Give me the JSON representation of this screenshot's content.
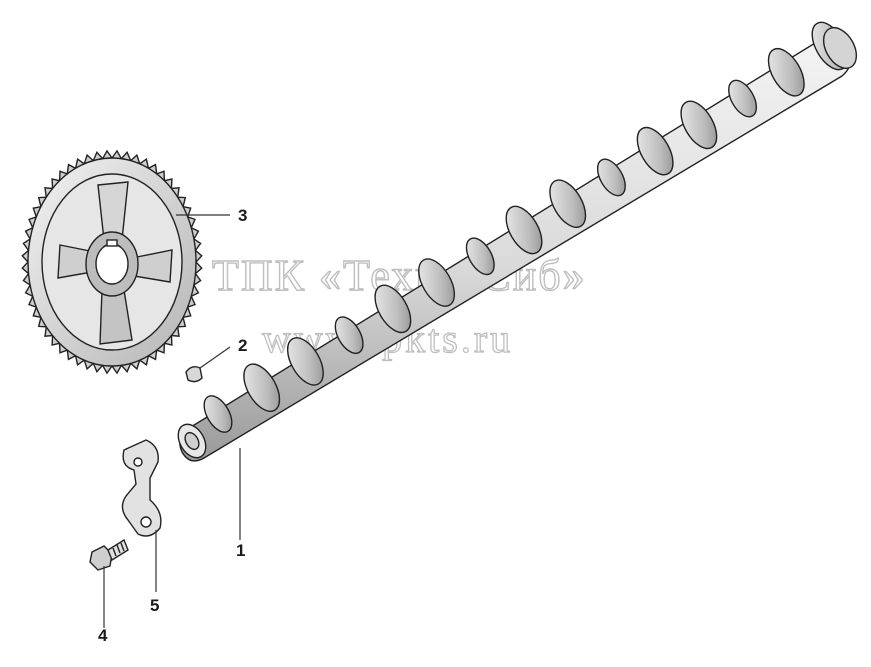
{
  "watermark": {
    "company": "ТПК «Техно-Сиб»",
    "url": "www.tpkts.ru"
  },
  "callouts": [
    {
      "id": "camshaft",
      "label": "1"
    },
    {
      "id": "key",
      "label": "2"
    },
    {
      "id": "gear",
      "label": "3"
    },
    {
      "id": "bolt",
      "label": "4"
    },
    {
      "id": "thrust-plate",
      "label": "5"
    }
  ],
  "colors": {
    "line": "#222222",
    "shade": "#c8c8c8",
    "watermark": "#bfbfbf"
  }
}
